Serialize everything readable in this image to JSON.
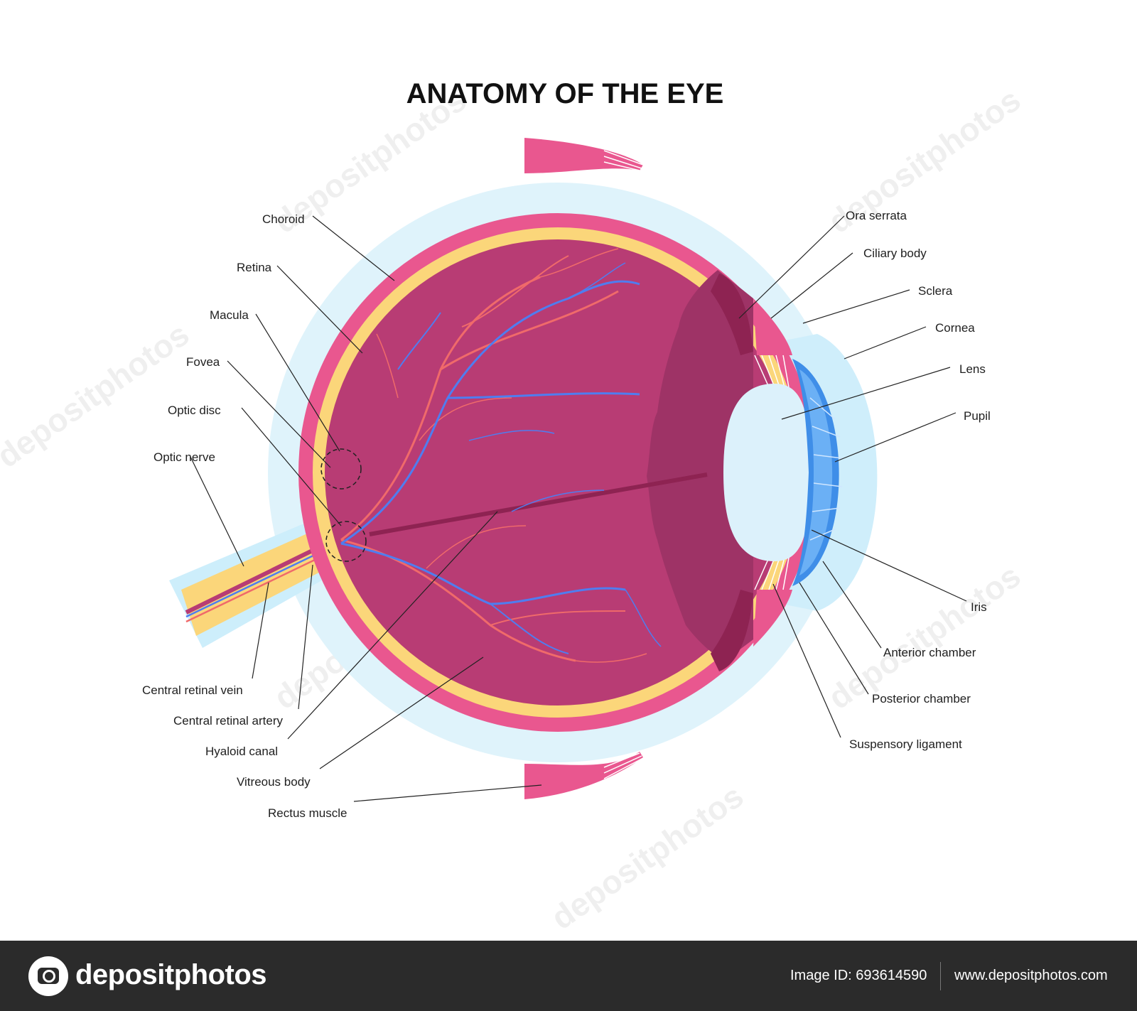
{
  "title": "ANATOMY OF THE EYE",
  "labels": {
    "choroid": "Choroid",
    "retina": "Retina",
    "macula": "Macula",
    "fovea": "Fovea",
    "optic_disc": "Optic disc",
    "optic_nerve": "Optic nerve",
    "central_retinal_vein": "Central retinal vein",
    "central_retinal_artery": "Central retinal artery",
    "hyaloid_canal": "Hyaloid canal",
    "vitreous_body": "Vitreous body",
    "rectus_muscle": "Rectus muscle",
    "ora_serrata": "Ora serrata",
    "ciliary_body": "Ciliary body",
    "sclera": "Sclera",
    "cornea": "Cornea",
    "lens": "Lens",
    "pupil": "Pupil",
    "iris": "Iris",
    "anterior_chamber": "Anterior chamber",
    "posterior_chamber": "Posterior chamber",
    "suspensory_ligament": "Suspensory ligament"
  },
  "watermark": "depositphotos",
  "footer": {
    "brand": "depositphotos",
    "image_id": "Image ID: 693614590",
    "website": "www.depositphotos.com"
  },
  "colors": {
    "outer_layer": "#dff3fb",
    "sclera": "#e9578f",
    "choroid": "#fbd67a",
    "vitreous": "#b83c74",
    "vitreous_shadow": "#9e3366",
    "ciliary": "#8e2352",
    "lens": "#dcf1fb",
    "iris": "#3f8ee8",
    "artery": "#f06a6a",
    "vein": "#4f7df0",
    "muscle": "#e9578f"
  }
}
